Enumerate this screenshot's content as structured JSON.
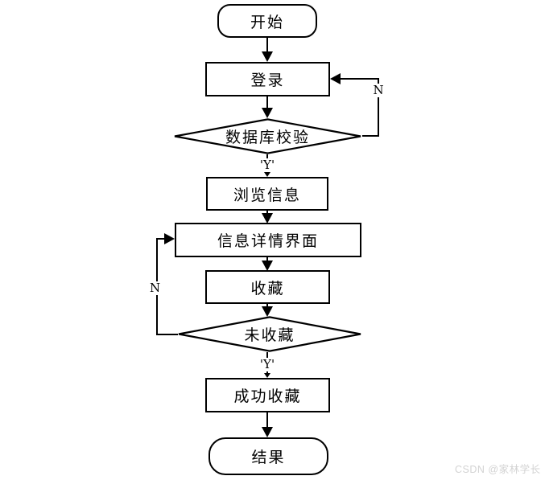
{
  "diagram": {
    "type": "flowchart",
    "background": "#ffffff",
    "line_color": "#000000",
    "text_color": "#000000"
  },
  "nodes": [
    {
      "id": "start",
      "shape": "terminator",
      "label": "开始"
    },
    {
      "id": "login",
      "shape": "process",
      "label": "登录"
    },
    {
      "id": "db-check",
      "shape": "decision",
      "label": "数据库校验"
    },
    {
      "id": "browse-info",
      "shape": "process",
      "label": "浏览信息"
    },
    {
      "id": "info-detail",
      "shape": "process",
      "label": "信息详情界面"
    },
    {
      "id": "favorite",
      "shape": "process",
      "label": "收藏"
    },
    {
      "id": "not-favorited",
      "shape": "decision",
      "label": "未收藏"
    },
    {
      "id": "favorite-success",
      "shape": "process",
      "label": "成功收藏"
    },
    {
      "id": "result",
      "shape": "terminator",
      "label": "结果"
    }
  ],
  "edge_labels": {
    "db_check_no": "N",
    "db_check_yes": "'Y'",
    "not_favorited_no": "N",
    "not_favorited_yes": "'Y'"
  },
  "watermark": {
    "text": "CSDN @家林学长",
    "color": "#d3d3d3"
  }
}
